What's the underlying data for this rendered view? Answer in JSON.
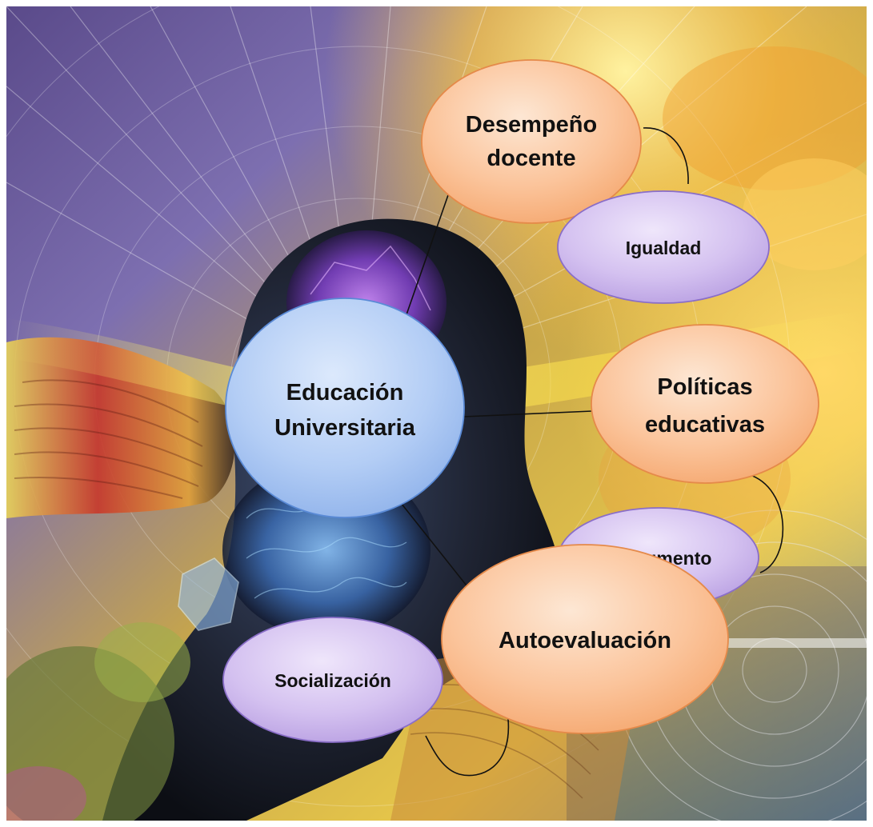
{
  "diagram": {
    "center": {
      "label_line1": "Educación",
      "label_line2": "Universitaria"
    },
    "main_topics": [
      {
        "id": "desempeno",
        "line1": "Desempeño",
        "line2": "docente"
      },
      {
        "id": "politicas",
        "line1": "Políticas",
        "line2": "educativas"
      },
      {
        "id": "autoevaluacion",
        "line1": "Autoevaluación",
        "line2": ""
      }
    ],
    "sub_topics": [
      {
        "id": "igualdad",
        "label": "Igualdad",
        "parent": "desempeno"
      },
      {
        "id": "instrumento",
        "label": "Instrumento",
        "parent": "politicas"
      },
      {
        "id": "socializacion",
        "label": "Socialización",
        "parent": "autoevaluacion"
      }
    ],
    "colors": {
      "center_fill": "#a9c8f5",
      "main_fill": "#f9b98a",
      "sub_fill": "#cdb6ec",
      "connector": "#111111"
    }
  },
  "background": {
    "description_icon": "psychedelic-head-artwork"
  }
}
